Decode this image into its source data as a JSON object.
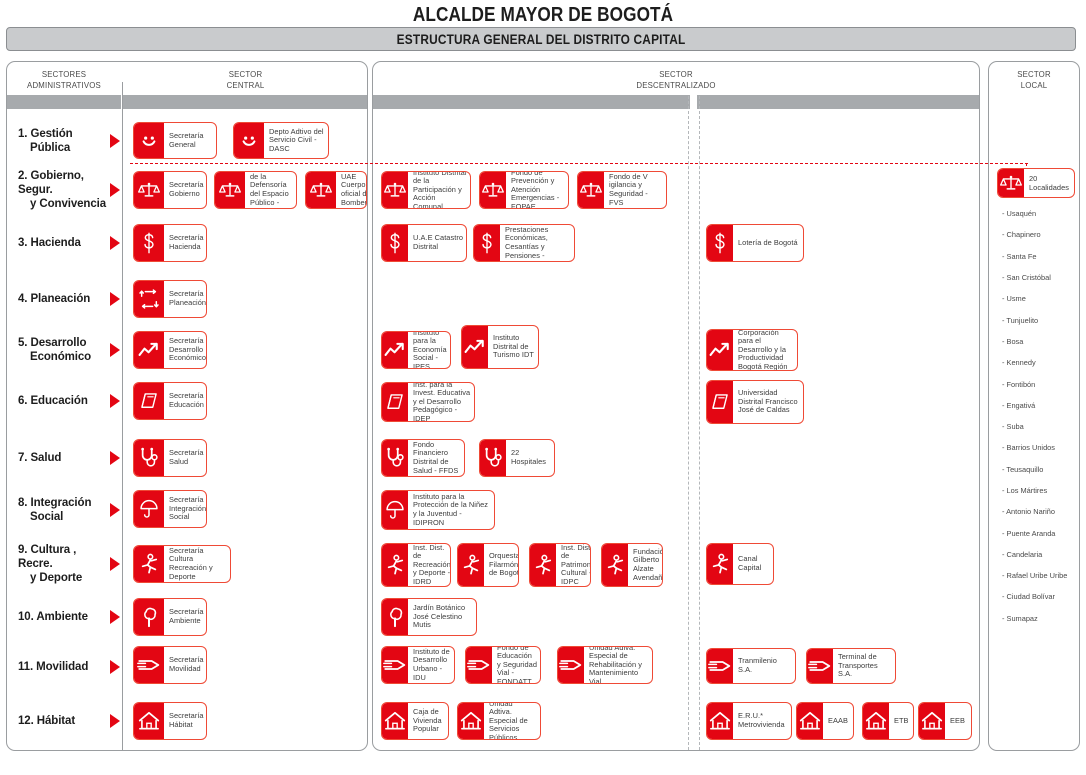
{
  "header": {
    "title": "ALCALDE MAYOR DE BOGOTÁ",
    "subtitle": "ESTRUCTURA GENERAL DEL DISTRITO CAPITAL"
  },
  "colors": {
    "red": "#e30613",
    "card_border": "#ef4a36",
    "gray_bar": "#a7aaad",
    "shell_border": "#9a9da0",
    "subtitle_bg": "#c9cbcd"
  },
  "columns": {
    "administrativos": "SECTORES\nADMINISTRATIVOS",
    "administrativos_l1": "SECTORES",
    "administrativos_l2": "ADMINISTRATIVOS",
    "central_l1": "SECTOR",
    "central_l2": "CENTRAL",
    "descentralizado_l1": "SECTOR",
    "descentralizado_l2": "DESCENTRALIZADO",
    "local_l1": "SECTOR",
    "local_l2": "LOCAL"
  },
  "sectors": [
    {
      "id": 1,
      "label": "1. Gestión\nPública",
      "label_l1": "1. Gestión",
      "label_l2": "Pública"
    },
    {
      "id": 2,
      "label": "2. Gobierno, Segur.\ny Convivencia",
      "label_l1": "2. Gobierno, Segur.",
      "label_l2": "y Convivencia"
    },
    {
      "id": 3,
      "label": "3. Hacienda",
      "label_l1": "3. Hacienda",
      "label_l2": ""
    },
    {
      "id": 4,
      "label": "4. Planeación",
      "label_l1": "4. Planeación",
      "label_l2": ""
    },
    {
      "id": 5,
      "label": "5. Desarrollo\nEconómico",
      "label_l1": "5. Desarrollo",
      "label_l2": "Económico"
    },
    {
      "id": 6,
      "label": "6. Educación",
      "label_l1": "6. Educación",
      "label_l2": ""
    },
    {
      "id": 7,
      "label": "7. Salud",
      "label_l1": "7. Salud",
      "label_l2": ""
    },
    {
      "id": 8,
      "label": "8. Integración\nSocial",
      "label_l1": "8. Integración",
      "label_l2": "Social"
    },
    {
      "id": 9,
      "label": "9. Cultura , Recre.\ny Deporte",
      "label_l1": "9. Cultura , Recre.",
      "label_l2": "y Deporte"
    },
    {
      "id": 10,
      "label": "10. Ambiente",
      "label_l1": "10. Ambiente",
      "label_l2": ""
    },
    {
      "id": 11,
      "label": "11. Movilidad",
      "label_l1": "11. Movilidad",
      "label_l2": ""
    },
    {
      "id": 12,
      "label": "12. Hábitat",
      "label_l1": "12. Hábitat",
      "label_l2": ""
    }
  ],
  "central": [
    {
      "sector": 1,
      "icon": "smiley-icon",
      "name": "Secretaría General"
    },
    {
      "sector": 1,
      "icon": "smiley-icon",
      "name": "Depto Adtivo del Servicio Civil - DASC"
    },
    {
      "sector": 2,
      "icon": "scales-icon",
      "name": "Secretaría Gobierno"
    },
    {
      "sector": 2,
      "icon": "scales-icon",
      "name": "Depto Adtivo de la Defensoría del Espacio Público - DADEP"
    },
    {
      "sector": 2,
      "icon": "scales-icon",
      "name": "UAE Cuerpo oficial de Bomberos"
    },
    {
      "sector": 3,
      "icon": "dollar-icon",
      "name": "Secretaría Hacienda"
    },
    {
      "sector": 4,
      "icon": "arrows-icon",
      "name": "Secretaría Planeación"
    },
    {
      "sector": 5,
      "icon": "growth-icon",
      "name": "Secretaría Desarrollo Económico"
    },
    {
      "sector": 6,
      "icon": "book-icon",
      "name": "Secretaría Educación"
    },
    {
      "sector": 7,
      "icon": "stethoscope-icon",
      "name": "Secretaría Salud"
    },
    {
      "sector": 8,
      "icon": "umbrella-icon",
      "name": "Secretaría Integración Social"
    },
    {
      "sector": 9,
      "icon": "runner-icon",
      "name": "Secretaría Cultura Recreación y Deporte"
    },
    {
      "sector": 10,
      "icon": "tree-icon",
      "name": "Secretaría Ambiente"
    },
    {
      "sector": 11,
      "icon": "transit-icon",
      "name": "Secretaría Movilidad"
    },
    {
      "sector": 12,
      "icon": "house-icon",
      "name": "Secretaría Hábitat"
    }
  ],
  "descentralizado_left": [
    {
      "sector": 2,
      "icon": "scales-icon",
      "name": "Instituto Distrital de la Participación y Acción Comunal"
    },
    {
      "sector": 2,
      "icon": "scales-icon",
      "name": "Fondo de Prevención y Atención Emergencias - FOPAE"
    },
    {
      "sector": 2,
      "icon": "scales-icon",
      "name": "Fondo de V igilancia y Seguridad - FVS"
    },
    {
      "sector": 3,
      "icon": "dollar-icon",
      "name": "U.A.E Catastro Distrital"
    },
    {
      "sector": 3,
      "icon": "dollar-icon",
      "name": "Fondo de Prestaciones Económicas, Cesantías y Pensiones - FONCEP"
    },
    {
      "sector": 5,
      "icon": "growth-icon",
      "name": "Instituto para la  Economía Social - IPES"
    },
    {
      "sector": 5,
      "icon": "growth-icon",
      "name": "Instituto Distrital de Turismo IDT"
    },
    {
      "sector": 6,
      "icon": "book-icon",
      "name": "Inst. para la Invest. Educativa y el Desarrollo Pedagógico - IDEP"
    },
    {
      "sector": 7,
      "icon": "stethoscope-icon",
      "name": "Fondo Financiero Distrital de Salud - FFDS"
    },
    {
      "sector": 7,
      "icon": "stethoscope-icon",
      "name": "22 Hospitales"
    },
    {
      "sector": 8,
      "icon": "umbrella-icon",
      "name": "Instituto para la Protección de la Niñez y la Juventud - IDIPRON"
    },
    {
      "sector": 9,
      "icon": "runner-icon",
      "name": "Inst. Dist. de Recreación y Deporte - IDRD"
    },
    {
      "sector": 9,
      "icon": "runner-icon",
      "name": "Orquesta Filarmónica de Bogotá"
    },
    {
      "sector": 9,
      "icon": "runner-icon",
      "name": "Inst. Dist. de Patrimonio Cultural - IDPC"
    },
    {
      "sector": 9,
      "icon": "runner-icon",
      "name": "Fundación Gilberto Alzate Avendaño"
    },
    {
      "sector": 10,
      "icon": "tree-icon",
      "name": "Jardín Botánico José Celestino Mutis"
    },
    {
      "sector": 11,
      "icon": "transit-icon",
      "name": "Instituto de Desarrollo Urbano - IDU"
    },
    {
      "sector": 11,
      "icon": "transit-icon",
      "name": "Fondo de Educación y Seguridad Vial - FONDATT"
    },
    {
      "sector": 11,
      "icon": "transit-icon",
      "name": "Unidad Adiva. Especial de Rehabilitación y Mantenimiento Vial"
    },
    {
      "sector": 12,
      "icon": "house-icon",
      "name": "Caja de Vivienda Popular"
    },
    {
      "sector": 12,
      "icon": "house-icon",
      "name": "Unidad Adtiva. Especial de Servicios Públicos"
    }
  ],
  "descentralizado_right": [
    {
      "sector": 3,
      "icon": "dollar-icon",
      "name": "Lotería de Bogotá"
    },
    {
      "sector": 5,
      "icon": "growth-icon",
      "name": "Corporación para el Desarrollo y la Productividad Bogotá Región"
    },
    {
      "sector": 6,
      "icon": "book-icon",
      "name": "Universidad Distrital Francisco José de Caldas"
    },
    {
      "sector": 9,
      "icon": "runner-icon",
      "name": "Canal Capital"
    },
    {
      "sector": 11,
      "icon": "transit-icon",
      "name": "Tranmilenio S.A."
    },
    {
      "sector": 11,
      "icon": "transit-icon",
      "name": "Terminal de Transportes S.A."
    },
    {
      "sector": 12,
      "icon": "house-icon",
      "name": "E.R.U.* Metrovivienda"
    },
    {
      "sector": 12,
      "icon": "house-icon",
      "name": "EAAB"
    },
    {
      "sector": 12,
      "icon": "house-icon",
      "name": "ETB"
    },
    {
      "sector": 12,
      "icon": "house-icon",
      "name": "EEB"
    }
  ],
  "local": {
    "card_icon": "scales-icon",
    "card_line1": "20",
    "card_line2": "Localidades",
    "card_name": "20 Localidades",
    "localities": [
      "- Usaquén",
      "- Chapinero",
      "- Santa Fe",
      "- San Cristóbal",
      "- Usme",
      "- Tunjuelito",
      "- Bosa",
      "- Kennedy",
      "- Fontibón",
      "- Engativá",
      "- Suba",
      "- Barrios Unidos",
      "- Teusaquillo",
      "- Los Mártires",
      "- Antonio Nariño",
      "- Puente Aranda",
      "- Candelaria",
      "- Rafael Uribe Uribe",
      "- Ciudad Bolívar",
      "- Sumapaz"
    ]
  }
}
